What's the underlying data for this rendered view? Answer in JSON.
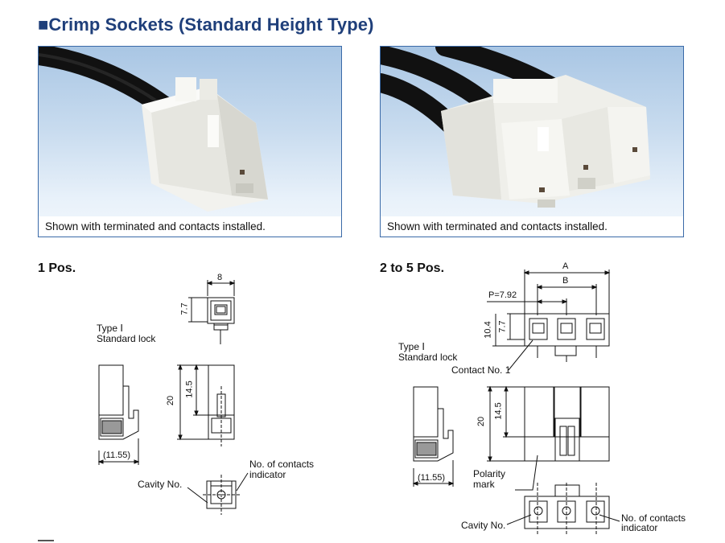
{
  "title": "■Crimp Sockets (Standard Height Type)",
  "photos": [
    {
      "caption": "Shown with terminated and contacts installed."
    },
    {
      "caption": "Shown with terminated and contacts installed."
    }
  ],
  "section1": {
    "heading": "1 Pos.",
    "type_label": "Type Ⅰ",
    "lock_label": "Standard lock",
    "dims": {
      "w": "8",
      "h": "7.7",
      "h2": "20",
      "h3": "14.5",
      "d": "(11.55)"
    },
    "cavity_label": "Cavity No.",
    "indicator_label_1": "No. of contacts",
    "indicator_label_2": "indicator"
  },
  "section2": {
    "heading": "2 to 5 Pos.",
    "type_label": "Type Ⅰ",
    "lock_label": "Standard lock",
    "dims": {
      "a": "A",
      "b": "B",
      "pitch": "P=7.92",
      "h1": "10.4",
      "h2": "7.7",
      "h3": "20",
      "h4": "14.5",
      "d": "(11.55)"
    },
    "contact_label": "Contact No. 1",
    "polarity_label_1": "Polarity",
    "polarity_label_2": "mark",
    "cavity_label": "Cavity No.",
    "indicator_label_1": "No. of contacts",
    "indicator_label_2": "indicator"
  }
}
